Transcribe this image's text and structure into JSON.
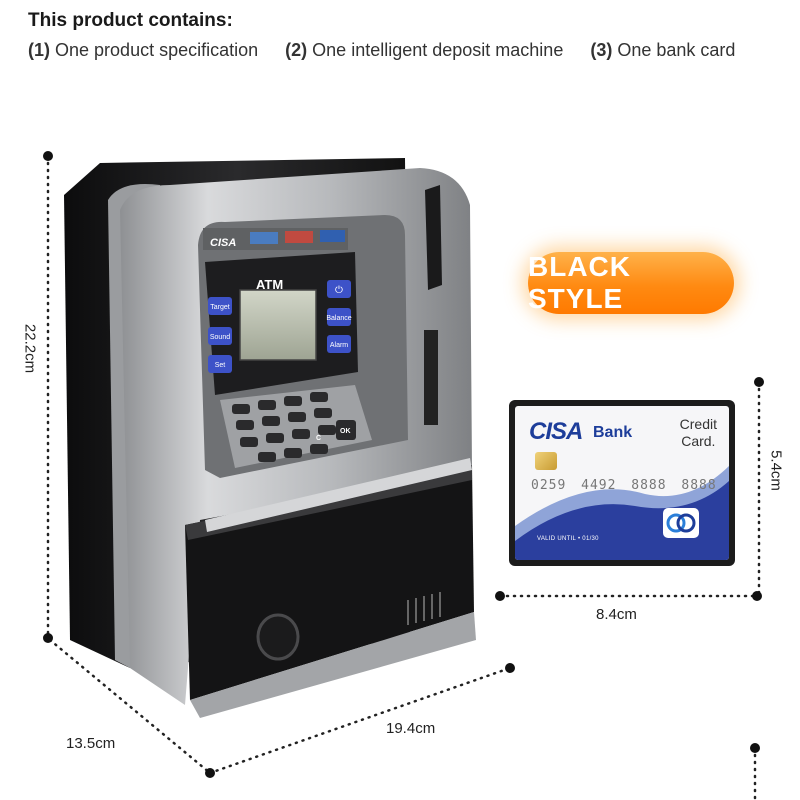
{
  "header": {
    "title": "This product contains:",
    "items": [
      {
        "num": "(1)",
        "text": "One product specification"
      },
      {
        "num": "(2)",
        "text": "One intelligent deposit machine"
      },
      {
        "num": "(3)",
        "text": "One bank card"
      }
    ]
  },
  "badge": {
    "label": "BLACK STYLE"
  },
  "dimensions": {
    "height": "22.2cm",
    "depth": "13.5cm",
    "width": "19.4cm",
    "card_width": "8.4cm",
    "card_height": "5.4cm"
  },
  "atm": {
    "screen_title": "ATM",
    "logo": "CISA",
    "left_buttons": [
      "Target",
      "Sound",
      "Set"
    ],
    "right_buttons": [
      "Balance",
      "Alarm"
    ],
    "keypad_cancel": "C",
    "keypad_ok": "OK"
  },
  "card": {
    "brand": "CISA",
    "bank": "Bank",
    "type_line1": "Credit",
    "type_line2": "Card.",
    "number": "0259 4492 8888 8888",
    "valid": "VALID UNTIL • 01/30"
  },
  "colors": {
    "badge": "#ff8a12",
    "card_blue": "#1d3d9a",
    "atm_body": "#b5b7ba",
    "atm_dark": "#1b1b1d"
  }
}
